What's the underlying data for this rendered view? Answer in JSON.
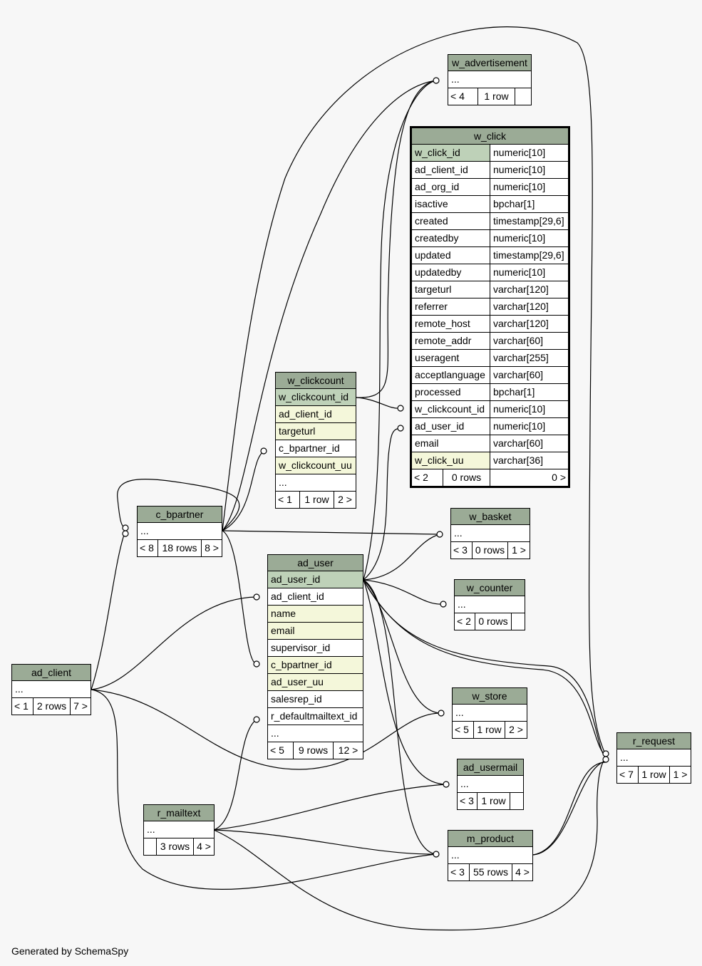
{
  "footer": "Generated by SchemaSpy",
  "colors": {
    "header": "#9bab96",
    "pk": "#bed1b8",
    "fk": "#f4f7da",
    "background": "#f7f7f7"
  },
  "tables": {
    "w_advertisement": {
      "name": "w_advertisement",
      "cols": [
        "..."
      ],
      "parents": "< 4",
      "rows": "1 row",
      "children": ""
    },
    "w_click": {
      "name": "w_click",
      "cols": [
        {
          "n": "w_click_id",
          "t": "numeric[10]"
        },
        {
          "n": "ad_client_id",
          "t": "numeric[10]"
        },
        {
          "n": "ad_org_id",
          "t": "numeric[10]"
        },
        {
          "n": "isactive",
          "t": "bpchar[1]"
        },
        {
          "n": "created",
          "t": "timestamp[29,6]"
        },
        {
          "n": "createdby",
          "t": "numeric[10]"
        },
        {
          "n": "updated",
          "t": "timestamp[29,6]"
        },
        {
          "n": "updatedby",
          "t": "numeric[10]"
        },
        {
          "n": "targeturl",
          "t": "varchar[120]"
        },
        {
          "n": "referrer",
          "t": "varchar[120]"
        },
        {
          "n": "remote_host",
          "t": "varchar[120]"
        },
        {
          "n": "remote_addr",
          "t": "varchar[60]"
        },
        {
          "n": "useragent",
          "t": "varchar[255]"
        },
        {
          "n": "acceptlanguage",
          "t": "varchar[60]"
        },
        {
          "n": "processed",
          "t": "bpchar[1]"
        },
        {
          "n": "w_clickcount_id",
          "t": "numeric[10]"
        },
        {
          "n": "ad_user_id",
          "t": "numeric[10]"
        },
        {
          "n": "email",
          "t": "varchar[60]"
        },
        {
          "n": "w_click_uu",
          "t": "varchar[36]"
        }
      ],
      "parents": "< 2",
      "rows": "0 rows",
      "children": "0 >"
    },
    "w_clickcount": {
      "name": "w_clickcount",
      "cols": [
        "w_clickcount_id",
        "ad_client_id",
        "targeturl",
        "c_bpartner_id",
        "w_clickcount_uu",
        "..."
      ],
      "parents": "< 1",
      "rows": "1 row",
      "children": "2 >"
    },
    "c_bpartner": {
      "name": "c_bpartner",
      "cols": [
        "..."
      ],
      "parents": "< 8",
      "rows": "18 rows",
      "children": "8 >"
    },
    "ad_user": {
      "name": "ad_user",
      "cols": [
        "ad_user_id",
        "ad_client_id",
        "name",
        "email",
        "supervisor_id",
        "c_bpartner_id",
        "ad_user_uu",
        "salesrep_id",
        "r_defaultmailtext_id",
        "..."
      ],
      "parents": "< 5",
      "rows": "9 rows",
      "children": "12 >"
    },
    "w_basket": {
      "name": "w_basket",
      "cols": [
        "..."
      ],
      "parents": "< 3",
      "rows": "0 rows",
      "children": "1 >"
    },
    "w_counter": {
      "name": "w_counter",
      "cols": [
        "..."
      ],
      "parents": "< 2",
      "rows": "0 rows",
      "children": ""
    },
    "ad_client": {
      "name": "ad_client",
      "cols": [
        "..."
      ],
      "parents": "< 1",
      "rows": "2 rows",
      "children": "7 >"
    },
    "w_store": {
      "name": "w_store",
      "cols": [
        "..."
      ],
      "parents": "< 5",
      "rows": "1 row",
      "children": "2 >"
    },
    "r_request": {
      "name": "r_request",
      "cols": [
        "..."
      ],
      "parents": "< 7",
      "rows": "1 row",
      "children": "1 >"
    },
    "ad_usermail": {
      "name": "ad_usermail",
      "cols": [
        "..."
      ],
      "parents": "< 3",
      "rows": "1 row",
      "children": ""
    },
    "r_mailtext": {
      "name": "r_mailtext",
      "cols": [
        "..."
      ],
      "parents": "",
      "rows": "3 rows",
      "children": "4 >"
    },
    "m_product": {
      "name": "m_product",
      "cols": [
        "..."
      ],
      "parents": "< 3",
      "rows": "55 rows",
      "children": "4 >"
    }
  }
}
